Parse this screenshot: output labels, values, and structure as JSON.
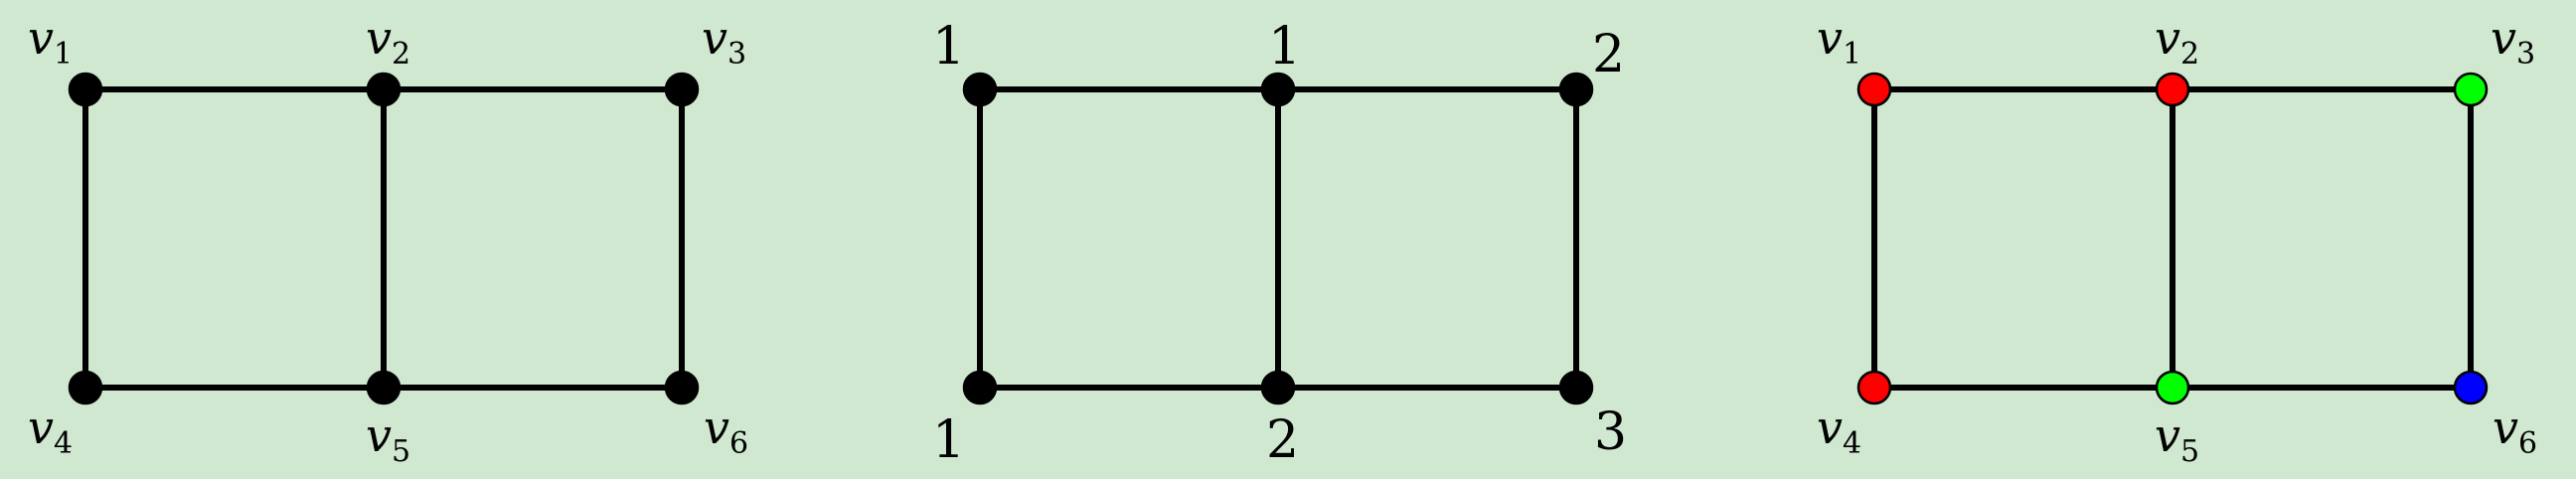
{
  "background": "#d0e8d0",
  "panels": [
    {
      "name": "graph-labeled",
      "vertices": [
        {
          "id": "v1",
          "label": "v",
          "sub": "1",
          "color": "#000000"
        },
        {
          "id": "v2",
          "label": "v",
          "sub": "2",
          "color": "#000000"
        },
        {
          "id": "v3",
          "label": "v",
          "sub": "3",
          "color": "#000000"
        },
        {
          "id": "v4",
          "label": "v",
          "sub": "4",
          "color": "#000000"
        },
        {
          "id": "v5",
          "label": "v",
          "sub": "5",
          "color": "#000000"
        },
        {
          "id": "v6",
          "label": "v",
          "sub": "6",
          "color": "#000000"
        }
      ]
    },
    {
      "name": "graph-numbered",
      "vertices": [
        {
          "id": "v1",
          "label": "1",
          "color": "#000000"
        },
        {
          "id": "v2",
          "label": "1",
          "color": "#000000"
        },
        {
          "id": "v3",
          "label": "2",
          "color": "#000000"
        },
        {
          "id": "v4",
          "label": "1",
          "color": "#000000"
        },
        {
          "id": "v5",
          "label": "2",
          "color": "#000000"
        },
        {
          "id": "v6",
          "label": "3",
          "color": "#000000"
        }
      ]
    },
    {
      "name": "graph-colored",
      "vertices": [
        {
          "id": "v1",
          "label": "v",
          "sub": "1",
          "color": "#ff0000"
        },
        {
          "id": "v2",
          "label": "v",
          "sub": "2",
          "color": "#ff0000"
        },
        {
          "id": "v3",
          "label": "v",
          "sub": "3",
          "color": "#00ff00"
        },
        {
          "id": "v4",
          "label": "v",
          "sub": "4",
          "color": "#ff0000"
        },
        {
          "id": "v5",
          "label": "v",
          "sub": "5",
          "color": "#00ff00"
        },
        {
          "id": "v6",
          "label": "v",
          "sub": "6",
          "color": "#0000ff"
        }
      ]
    }
  ],
  "edges": [
    [
      "v1",
      "v2"
    ],
    [
      "v2",
      "v3"
    ],
    [
      "v4",
      "v5"
    ],
    [
      "v5",
      "v6"
    ],
    [
      "v1",
      "v4"
    ],
    [
      "v2",
      "v5"
    ],
    [
      "v3",
      "v6"
    ]
  ]
}
